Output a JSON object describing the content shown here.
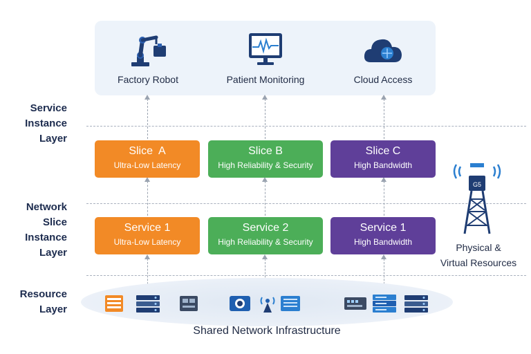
{
  "apps": [
    {
      "label": "Factory Robot",
      "icon": "robot-arm-icon"
    },
    {
      "label": "Patient Monitoring",
      "icon": "monitor-heartbeat-icon"
    },
    {
      "label": "Cloud Access",
      "icon": "cloud-icon"
    }
  ],
  "layers": {
    "service_instance": [
      "Service",
      "Instance",
      "Layer"
    ],
    "network_slice": [
      "Network",
      "Slice",
      "Instance",
      "Layer"
    ],
    "resource": [
      "Resource",
      "Layer"
    ]
  },
  "slices": [
    {
      "title": "Slice  A",
      "subtitle": "Ultra-Low Latency",
      "color": "#f28a26"
    },
    {
      "title": "Slice B",
      "subtitle": "High Reliability & Security",
      "color": "#4cae58"
    },
    {
      "title": "Slice C",
      "subtitle": "High Bandwidth",
      "color": "#5f3f99"
    }
  ],
  "services": [
    {
      "title": "Service 1",
      "subtitle": "Ultra-Low Latency",
      "color": "#f28a26"
    },
    {
      "title": "Service 2",
      "subtitle": "High Reliability & Security",
      "color": "#4cae58"
    },
    {
      "title": "Service 1",
      "subtitle": "High Bandwidth",
      "color": "#5f3f99"
    }
  ],
  "tower": {
    "badge": "G5",
    "label_line1": "Physical &",
    "label_line2": "Virtual Resources"
  },
  "infrastructure_label": "Shared Network Infrastructure",
  "resource_icons": [
    "server-orange-icon",
    "server-rack-icon",
    "router-icon",
    "camera-device-icon",
    "antenna-icon",
    "storage-icon",
    "switch-icon",
    "server-stack-icon",
    "server-rack-icon"
  ]
}
